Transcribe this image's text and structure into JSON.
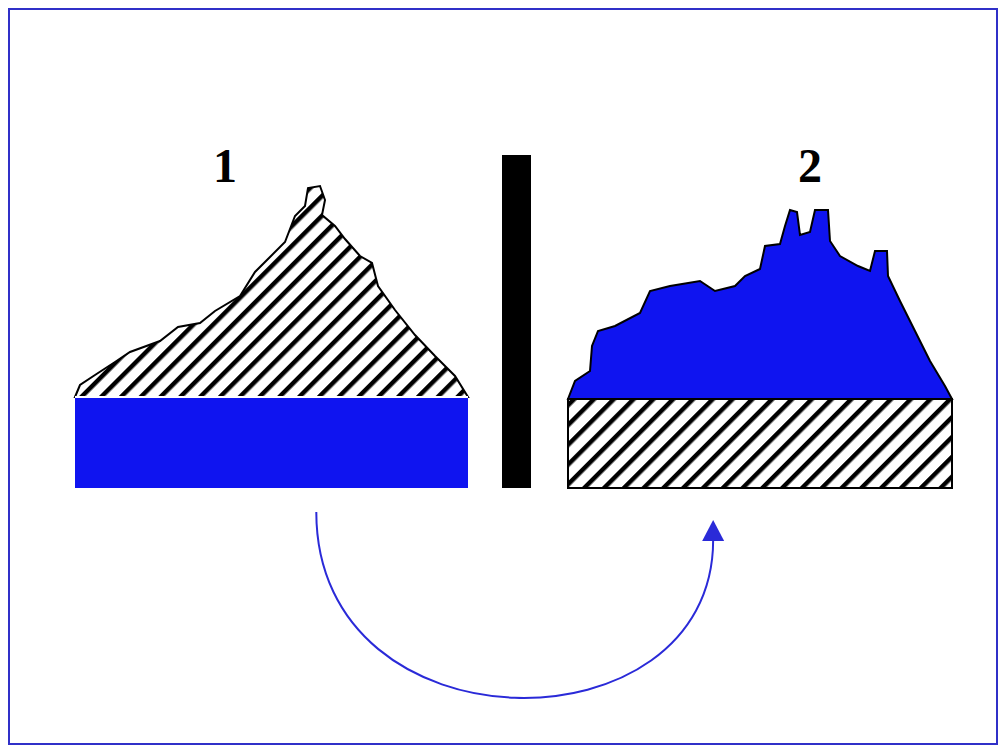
{
  "diagram": {
    "nodes": [
      {
        "text": [
          "1"
        ]
      },
      {
        "text": [
          "2"
        ]
      }
    ],
    "edges": [
      {
        "from": 0,
        "to": 1,
        "arrow": "to"
      }
    ]
  }
}
